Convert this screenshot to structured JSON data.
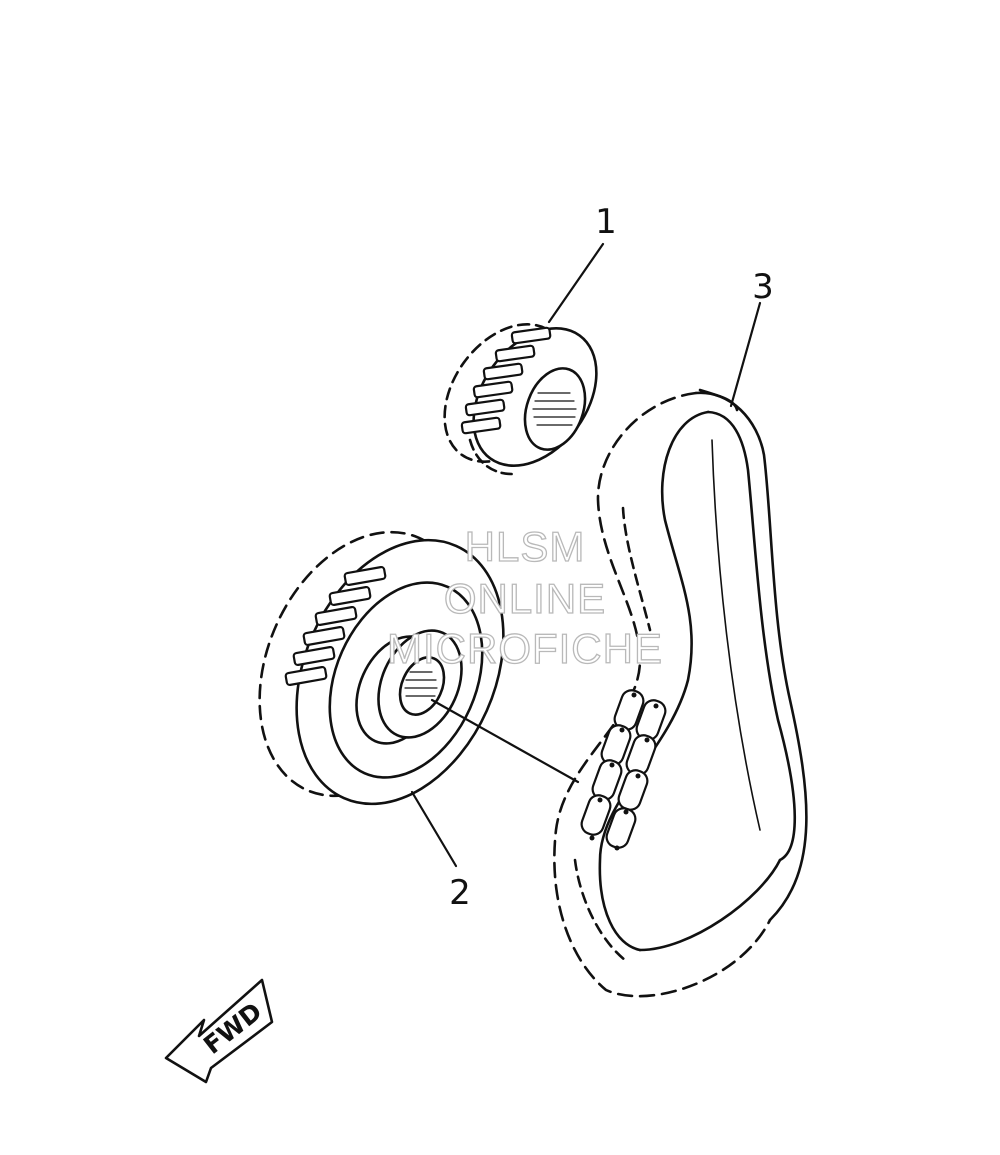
{
  "callouts": [
    {
      "id": "1",
      "label": "1"
    },
    {
      "id": "2",
      "label": "2"
    },
    {
      "id": "3",
      "label": "3"
    }
  ],
  "fwd_arrow": {
    "label": "FWD"
  },
  "watermark": {
    "line1": "HLSM",
    "line2": "ONLINE",
    "line3": "MICROFICHE"
  },
  "colors": {
    "line": "#111111",
    "background": "#ffffff",
    "watermark": "#b9b9b9"
  }
}
